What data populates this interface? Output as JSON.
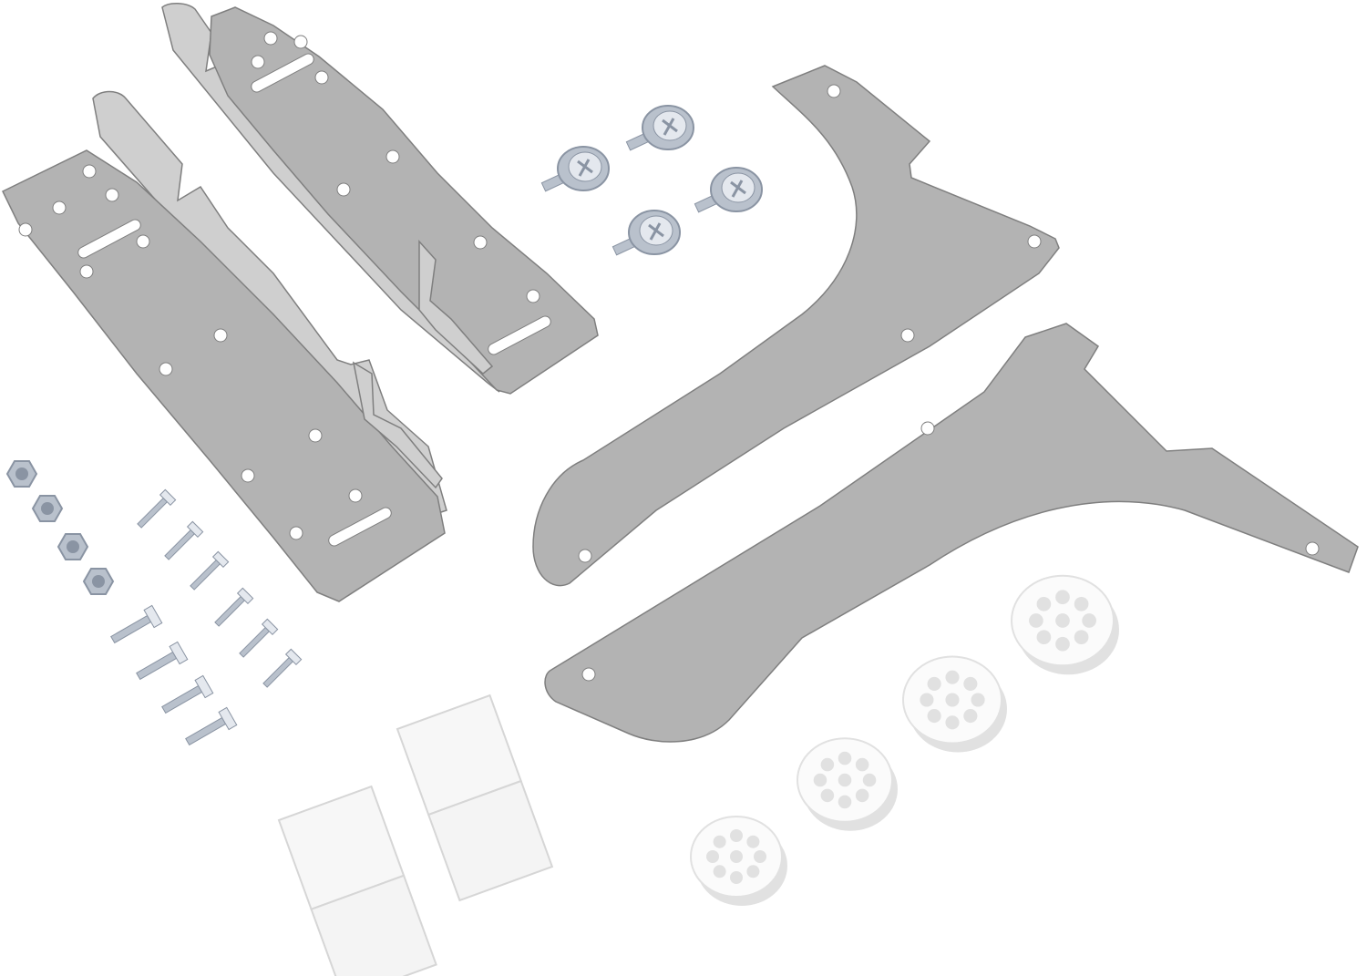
{
  "image": {
    "description_tag": "hardware-kit-product-photo",
    "background": "#ffffff"
  },
  "colors": {
    "bracket_fill": "#b3b3b3",
    "bracket_shade": "#999999",
    "bracket_light": "#cfcfcf",
    "bracket_edge": "#7f7f7f",
    "zinc_light": "#e4e8ee",
    "zinc_mid": "#b9c1cc",
    "zinc_dark": "#8a94a3",
    "pad_white": "#f7f7f7",
    "pad_edge": "#d6d6d6",
    "foot_white": "#fbfbfb",
    "foot_shadow": "#e1e1e1"
  },
  "parts": {
    "l_brackets": 2,
    "side_plates": 2,
    "washer_screws": 4,
    "lock_nuts": 4,
    "wood_screws": 6,
    "machine_screws": 4,
    "adhesive_pads": 2,
    "rubber_feet": 4
  }
}
